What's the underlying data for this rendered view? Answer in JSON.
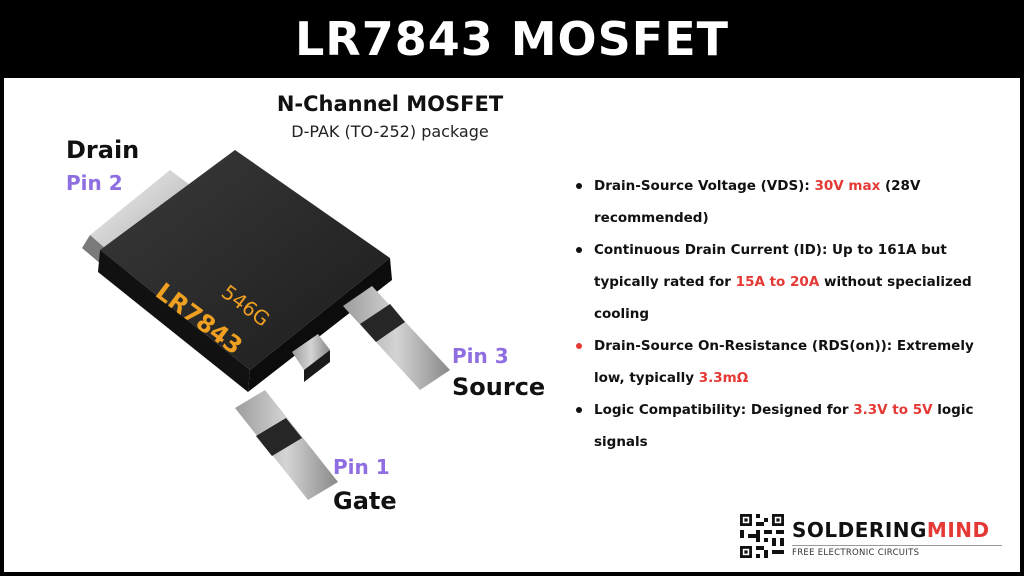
{
  "header": {
    "title": "LR7843 MOSFET"
  },
  "device": {
    "type": "N-Channel MOSFET",
    "package": "D-PAK (TO-252) package",
    "marking_code": "546G",
    "marking_part": "LR7843"
  },
  "pins": {
    "drain": {
      "name": "Drain",
      "number": "Pin 2"
    },
    "source": {
      "name": "Source",
      "number": "Pin 3"
    },
    "gate": {
      "name": "Gate",
      "number": "Pin 1"
    }
  },
  "specs": [
    {
      "bullet_color": "#111111",
      "parts": [
        {
          "text": "Drain-Source Voltage (VDS): ",
          "highlight": false
        },
        {
          "text": "30V max",
          "highlight": true
        },
        {
          "text": " (28V recommended)",
          "highlight": false
        }
      ]
    },
    {
      "bullet_color": "#111111",
      "parts": [
        {
          "text": "Continuous Drain Current (ID): Up to 161A but typically rated for ",
          "highlight": false
        },
        {
          "text": "15A to 20A",
          "highlight": true
        },
        {
          "text": " without specialized cooling",
          "highlight": false
        }
      ]
    },
    {
      "bullet_color": "#e53935",
      "parts": [
        {
          "text": "Drain-Source On-Resistance (RDS(on)): Extremely low, typically ",
          "highlight": false
        },
        {
          "text": "3.3mΩ",
          "highlight": true
        }
      ]
    },
    {
      "bullet_color": "#111111",
      "parts": [
        {
          "text": "Logic Compatibility: Designed for ",
          "highlight": false
        },
        {
          "text": "3.3V to 5V",
          "highlight": true
        },
        {
          "text": " logic signals",
          "highlight": false
        }
      ]
    }
  ],
  "brand": {
    "name_part1": "SOLDERING",
    "name_part2": "MIND",
    "tagline": "FREE ELECTRONIC CIRCUITS",
    "qr_icon": "qr-code-icon"
  },
  "colors": {
    "header_bg": "#000000",
    "pin_number": "#8e6ee0",
    "highlight": "#e53935",
    "marking_text": "#f0a020"
  }
}
